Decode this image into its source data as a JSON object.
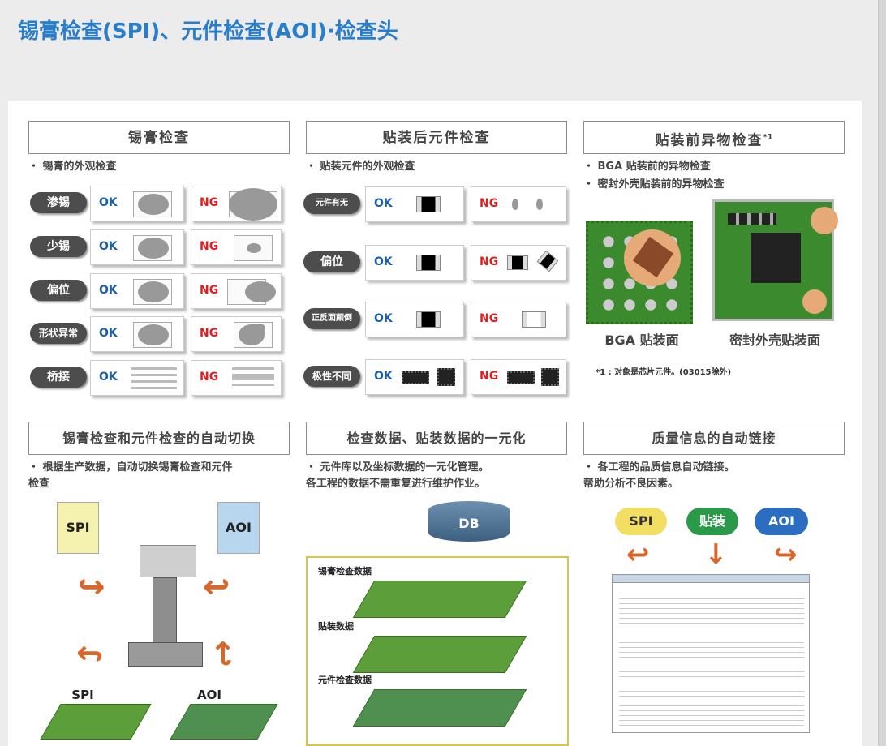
{
  "page_title": "锡膏检查(SPI)、元件检查(AOI)·检查头",
  "sections": {
    "solder": {
      "title": "锡膏检查",
      "desc": "・ 锡膏的外观检查"
    },
    "component": {
      "title": "贴装后元件检查",
      "desc": "・ 贴装元件的外观检查"
    },
    "foreign": {
      "title": "贴装前异物检查",
      "note_mark": "*1",
      "desc_1": "・ BGA 贴装前的异物检查",
      "desc_2": "・ 密封外壳贴装前的异物检查"
    },
    "auto_switch": {
      "title": "锡膏检查和元件检查的自动切换",
      "desc": "・ 根据生产数据，自动切换锡膏检查和元件\n   检查"
    },
    "unify": {
      "title": "检查数据、贴装数据的一元化",
      "desc": "・ 元件库以及坐标数据的一元化管理。\n   各工程的数据不需重复进行维护作业。"
    },
    "quality": {
      "title": "质量信息的自动链接",
      "desc": "・ 各工程的品质信息自动链接。\n   帮助分析不良因素。"
    }
  },
  "ok_label": "OK",
  "ng_label": "NG",
  "solder_rows": [
    "渗锡",
    "少锡",
    "偏位",
    "形状异常",
    "桥接"
  ],
  "component_rows": [
    "元件有无",
    "偏位",
    "正反面颠倒",
    "极性不同"
  ],
  "foreign_captions": {
    "bga": "BGA 贴装面",
    "shield": "密封外壳贴装面"
  },
  "footnote": "*1 : 对象是芯片元件。(03015除外)",
  "auto_switch_labels": {
    "spi_doc": "SPI",
    "aoi_doc": "AOI",
    "spi_board": "SPI",
    "aoi_board": "AOI"
  },
  "unify_labels": {
    "db": "DB",
    "layer_1": "锡膏检查数据",
    "layer_2": "贴装数据",
    "layer_3": "元件检查数据"
  },
  "quality_labels": {
    "spi": "SPI",
    "mount": "贴装",
    "aoi": "AOI"
  },
  "colors": {
    "title_blue": "#2a7dc9",
    "ok_blue": "#1d5ea8",
    "ng_red": "#e02020",
    "pcb_green": "#5b9e3a",
    "arrow_orange": "#d9662a"
  }
}
